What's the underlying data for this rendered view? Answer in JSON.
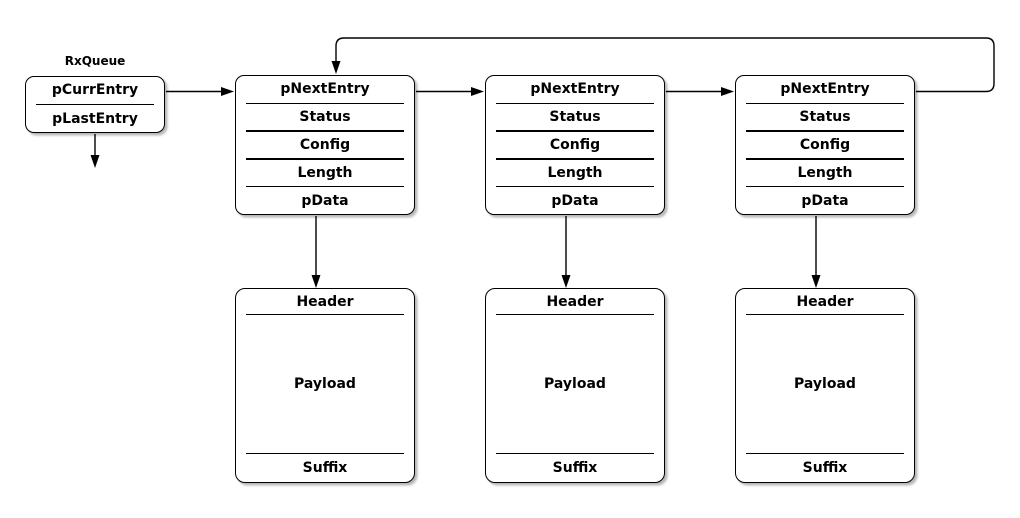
{
  "colors": {
    "stroke": "#000000",
    "fill": "#ffffff",
    "background": "#ffffff",
    "shadow": "#7d7d7d"
  },
  "queue": {
    "title": "RxQueue",
    "fields": [
      "pCurrEntry",
      "pLastEntry"
    ]
  },
  "entries": [
    {
      "fields": [
        "pNextEntry",
        "Status",
        "Config",
        "Length",
        "pData"
      ]
    },
    {
      "fields": [
        "pNextEntry",
        "Status",
        "Config",
        "Length",
        "pData"
      ]
    },
    {
      "fields": [
        "pNextEntry",
        "Status",
        "Config",
        "Length",
        "pData"
      ]
    }
  ],
  "buffers": [
    {
      "sections": [
        "Header",
        "Payload",
        "Suffix"
      ]
    },
    {
      "sections": [
        "Header",
        "Payload",
        "Suffix"
      ]
    },
    {
      "sections": [
        "Header",
        "Payload",
        "Suffix"
      ]
    }
  ]
}
